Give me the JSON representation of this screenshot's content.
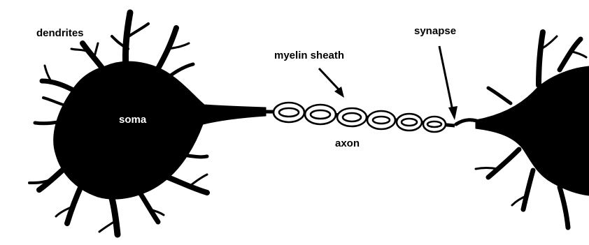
{
  "labels": {
    "dendrites": "dendrites",
    "soma": "soma",
    "myelin": "myelin sheath",
    "axon": "axon",
    "synapse": "synapse"
  },
  "colors": {
    "background": "#ffffff",
    "neuron": "#000000",
    "label_on_soma": "#ffffff"
  }
}
